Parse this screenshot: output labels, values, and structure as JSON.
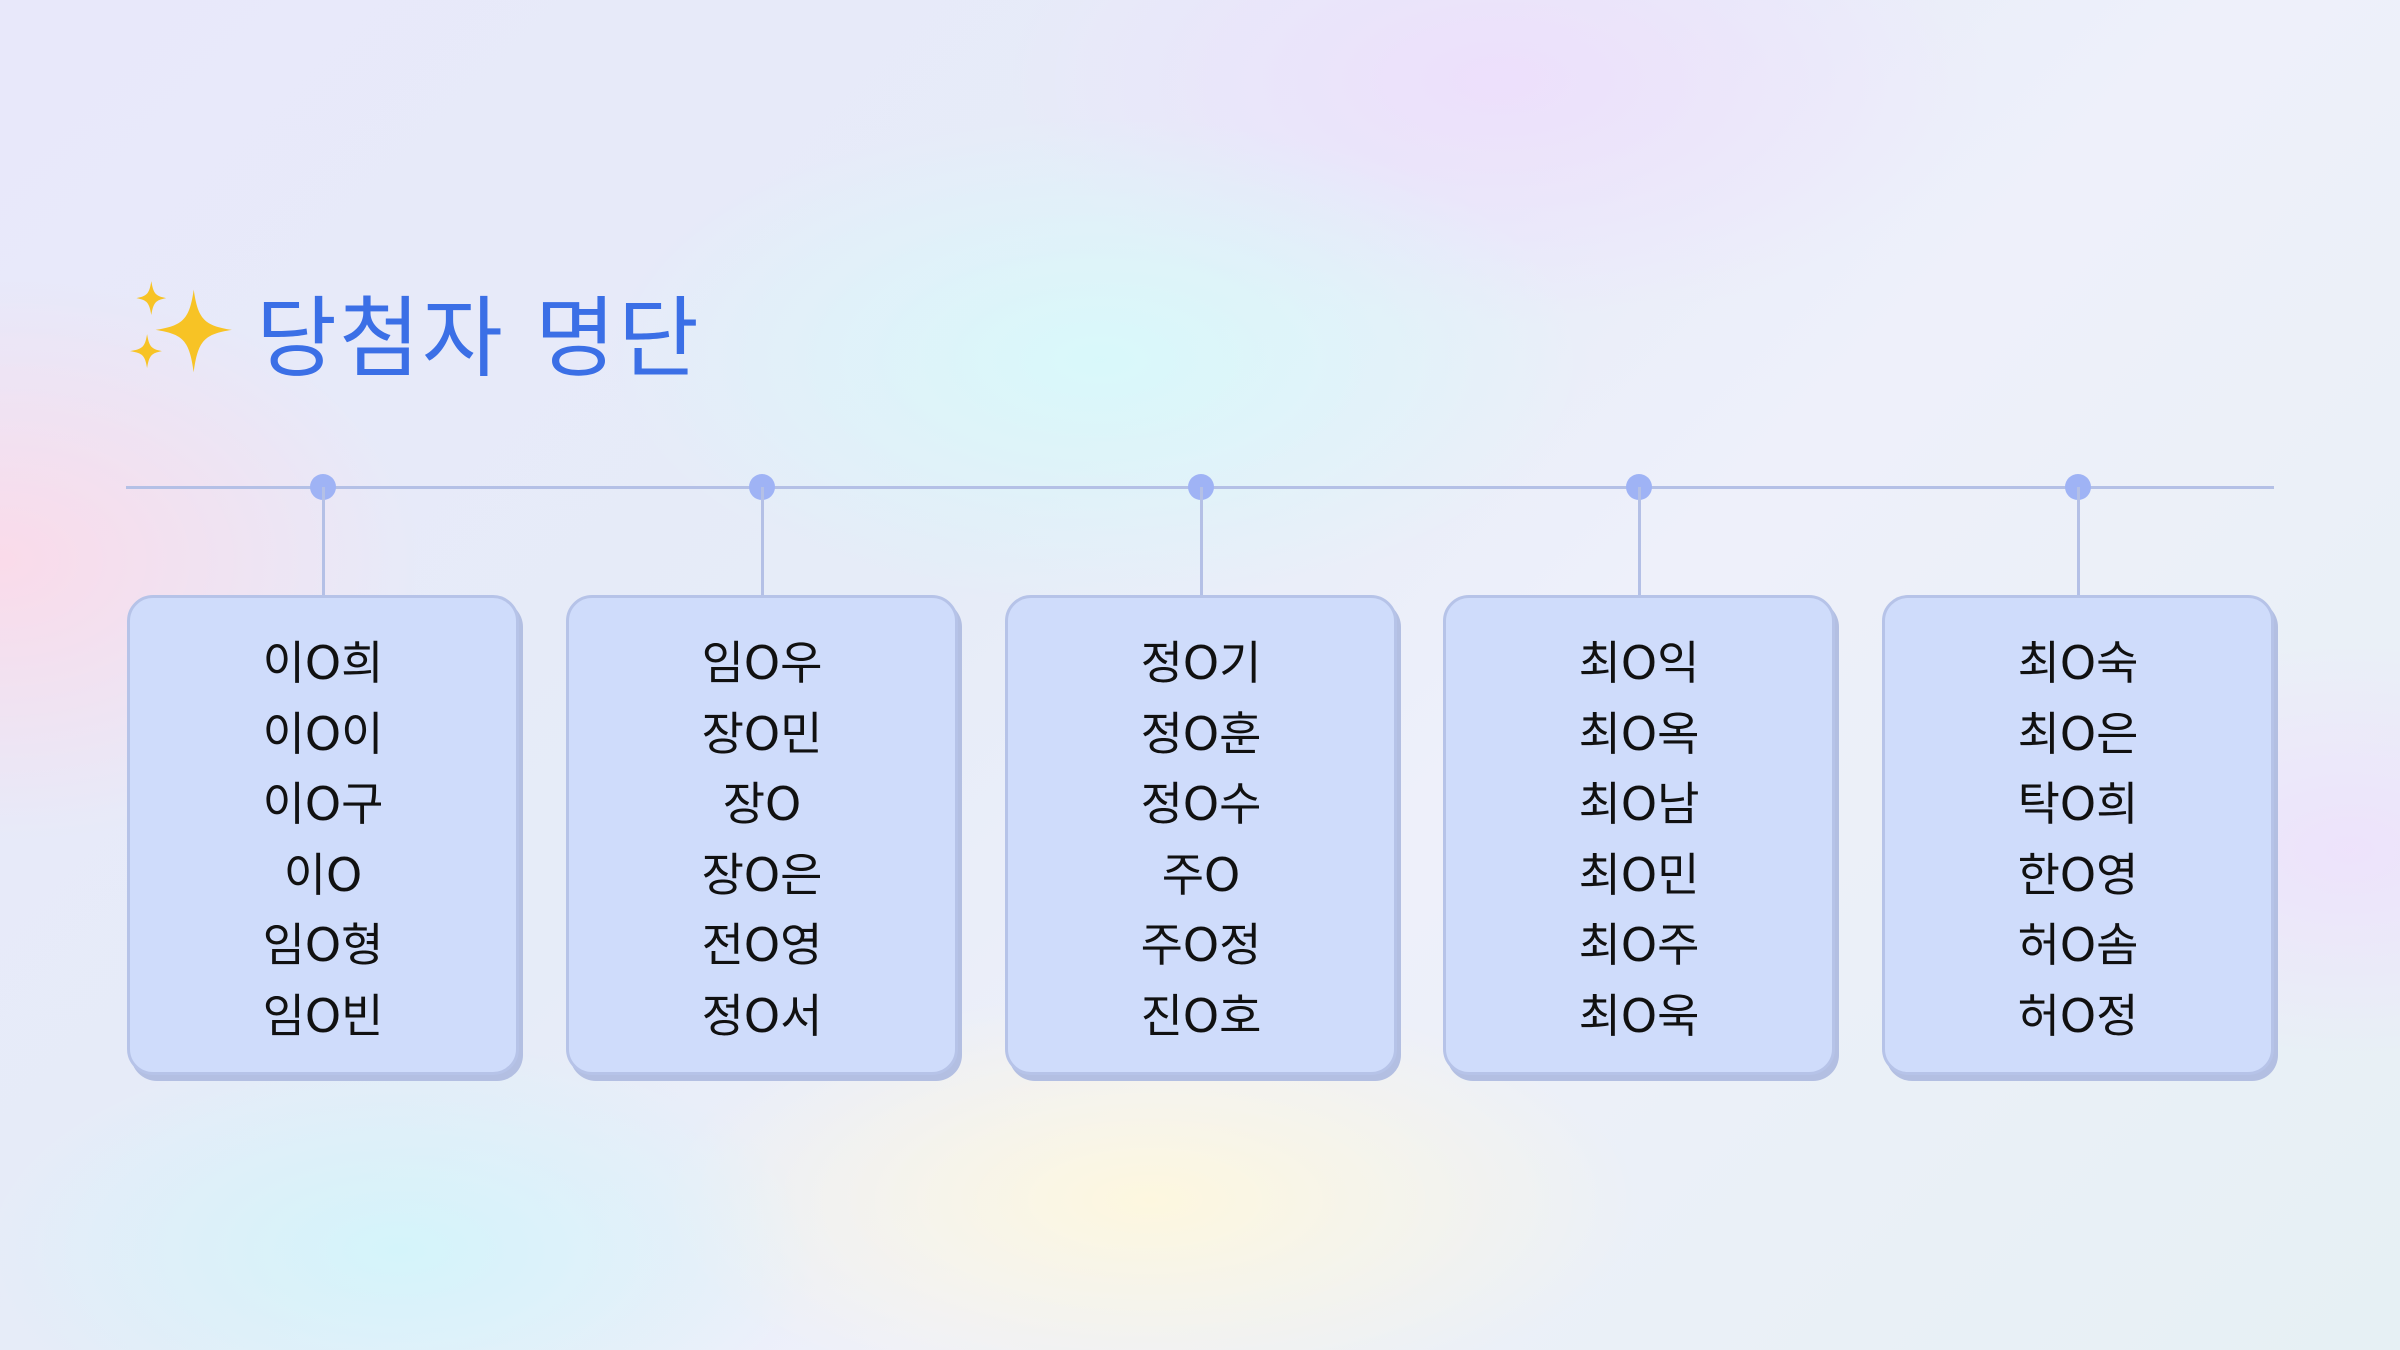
{
  "title": {
    "icon": "sparkles-icon",
    "text": "당첨자 명단"
  },
  "columns": [
    {
      "names": [
        "이O희",
        "이O이",
        "이O구",
        "이O",
        "임O형",
        "임O빈"
      ]
    },
    {
      "names": [
        "임O우",
        "장O민",
        "장O",
        "장O은",
        "전O영",
        "정O서"
      ]
    },
    {
      "names": [
        "정O기",
        "정O훈",
        "정O수",
        "주O",
        "주O정",
        "진O호"
      ]
    },
    {
      "names": [
        "최O익",
        "최O옥",
        "최O남",
        "최O민",
        "최O주",
        "최O욱"
      ]
    },
    {
      "names": [
        "최O숙",
        "최O은",
        "탁O희",
        "한O영",
        "허O솜",
        "허O정"
      ]
    }
  ],
  "colors": {
    "title": "#3b6fe6",
    "box": "#cfdcfb",
    "line": "#b4c0e6",
    "dot": "#9fb3f5"
  }
}
